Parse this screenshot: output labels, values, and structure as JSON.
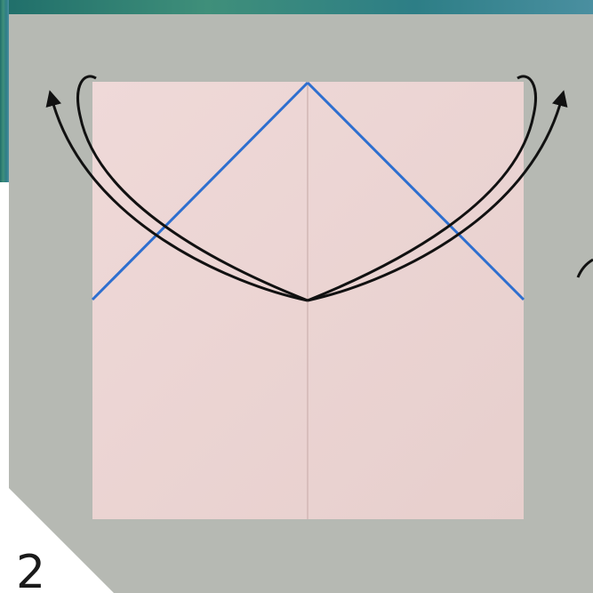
{
  "step": {
    "number": "2"
  },
  "colors": {
    "backdrop": "#b6b9b3",
    "paper": "#ecd5d4",
    "fold_guide": "#2e6fcf",
    "arrow": "#111111",
    "top_strip": "#2b7d7a"
  },
  "instruction": {
    "action": "fold-top-corners-down-to-center-point",
    "arrows": [
      "left-corner-arrow",
      "right-corner-arrow"
    ],
    "guide_lines": [
      "left-diagonal-fold-line",
      "right-diagonal-fold-line",
      "center-crease"
    ]
  }
}
